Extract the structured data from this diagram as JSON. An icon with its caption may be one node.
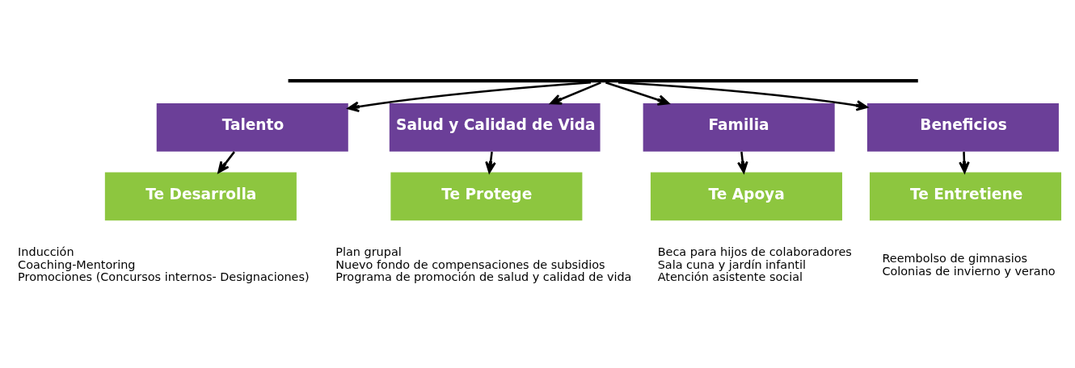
{
  "diagram": {
    "nodes": [
      {
        "text": [],
        "shape": "bar"
      },
      {
        "text": [
          "Talento"
        ]
      },
      {
        "text": [
          "Salud y Calidad de Vida"
        ]
      },
      {
        "text": [
          "Familia"
        ]
      },
      {
        "text": [
          "Beneficios"
        ]
      },
      {
        "text": [
          "Te Desarrolla"
        ],
        "beside": [
          "Inducción",
          "Coaching-Mentoring",
          "Promociones (Concursos internos- Designaciones)"
        ]
      },
      {
        "text": [
          "Te Protege"
        ],
        "beside": [
          "Plan grupal",
          "Nuevo fondo de compensaciones de subsidios",
          "Programa de promoción de salud y calidad de vida"
        ]
      },
      {
        "text": [
          "Te Apoya"
        ],
        "beside": [
          "Beca para hijos de colaboradores",
          "Sala cuna y jardín infantil",
          "Atención asistente social"
        ]
      },
      {
        "text": [
          "Te Entretiene"
        ],
        "beside": [
          "Reembolso de gimnasios",
          "Colonias de invierno y verano"
        ]
      }
    ],
    "edges": [
      {
        "from": 0,
        "to": 1,
        "arrow": "to"
      },
      {
        "from": 0,
        "to": 2,
        "arrow": "to"
      },
      {
        "from": 0,
        "to": 3,
        "arrow": "to"
      },
      {
        "from": 0,
        "to": 4,
        "arrow": "to"
      },
      {
        "from": 1,
        "to": 5,
        "arrow": "to"
      },
      {
        "from": 2,
        "to": 6,
        "arrow": "to"
      },
      {
        "from": 3,
        "to": 7,
        "arrow": "to"
      },
      {
        "from": 4,
        "to": 8,
        "arrow": "to"
      }
    ]
  }
}
